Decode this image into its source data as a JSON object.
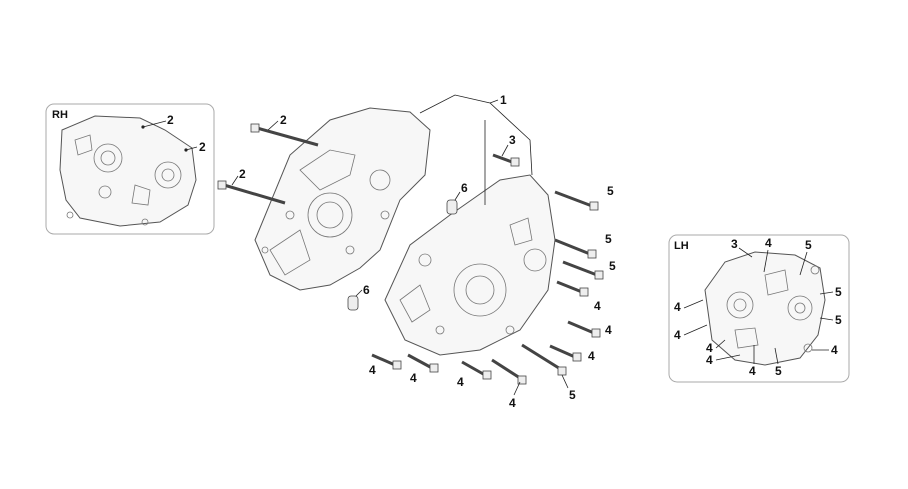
{
  "insets": {
    "rh": {
      "title": "RH"
    },
    "lh": {
      "title": "LH"
    }
  },
  "callouts": {
    "main_1": "1",
    "main_2a": "2",
    "main_2b": "2",
    "main_3": "3",
    "main_6a": "6",
    "main_6b": "6",
    "main_5a": "5",
    "main_5b": "5",
    "main_5c": "5",
    "main_5d": "5",
    "main_4a": "4",
    "main_4b": "4",
    "main_4c": "4",
    "main_4d": "4",
    "main_4e": "4",
    "main_4f": "4",
    "main_4g": "4",
    "rh_2a": "2",
    "rh_2b": "2",
    "lh_3": "3",
    "lh_4a": "4",
    "lh_5a": "5",
    "lh_5b": "5",
    "lh_5c": "5",
    "lh_4b": "4",
    "lh_4c": "4",
    "lh_4d": "4",
    "lh_4e": "4",
    "lh_4f": "4",
    "lh_4g": "4",
    "lh_5d": "5"
  }
}
